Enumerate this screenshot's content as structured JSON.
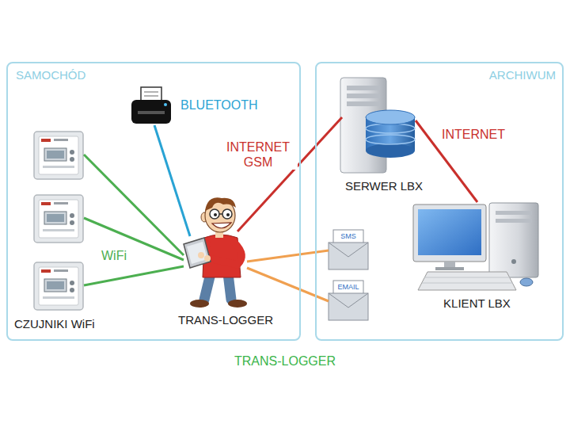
{
  "diagram": {
    "caption": "TRANS-LOGGER",
    "nodes": [
      {
        "text": [
          "SAMOCHÓD"
        ]
      },
      {
        "text": [
          "BLUETOOTH"
        ],
        "in": 0
      },
      {
        "text": [
          "CZUJNIKI WiFi"
        ],
        "in": 0
      },
      {
        "text": [
          "TRANS-LOGGER"
        ],
        "in": 0
      },
      {
        "text": [
          "ARCHIWUM"
        ]
      },
      {
        "text": [
          "SERWER LBX"
        ],
        "in": 4
      },
      {
        "text": [
          "SMS"
        ],
        "in": 4
      },
      {
        "text": [
          "EMAIL"
        ],
        "in": 4
      },
      {
        "text": [
          "KLIENT LBX"
        ],
        "in": 4
      }
    ],
    "edges": [
      {
        "from": 2,
        "to": 3,
        "arrow": "none"
      },
      {
        "from": 2,
        "to": 3,
        "label": "WiFi",
        "arrow": "none"
      },
      {
        "from": 2,
        "to": 3,
        "arrow": "none"
      },
      {
        "from": 1,
        "to": 3,
        "arrow": "none"
      },
      {
        "from": 3,
        "to": 5,
        "label": "INTERNET GSM",
        "arrow": "none"
      },
      {
        "from": 5,
        "to": 8,
        "label": "INTERNET",
        "arrow": "none"
      },
      {
        "from": 3,
        "to": 6,
        "arrow": "none"
      },
      {
        "from": 3,
        "to": 7,
        "arrow": "none"
      }
    ]
  }
}
